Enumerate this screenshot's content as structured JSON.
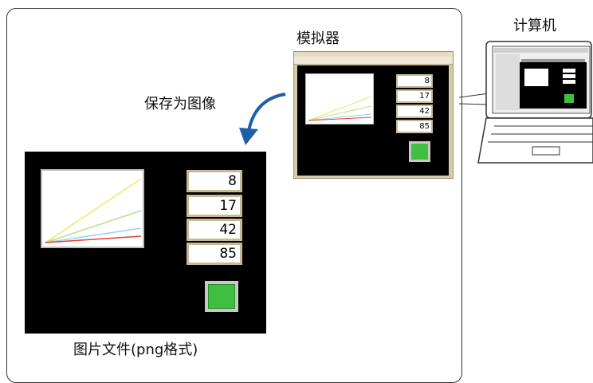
{
  "labels": {
    "computer": "计算机",
    "simulator": "模拟器",
    "save_as_image": "保存为图像",
    "image_file": "图片文件(png格式)"
  },
  "display": {
    "values": [
      "8",
      "17",
      "42",
      "85"
    ]
  },
  "colors": {
    "arrow": "#1f5fa8",
    "button_green": "#3fbf3f",
    "screen_bg": "#000000",
    "panel_border": "#333333"
  }
}
